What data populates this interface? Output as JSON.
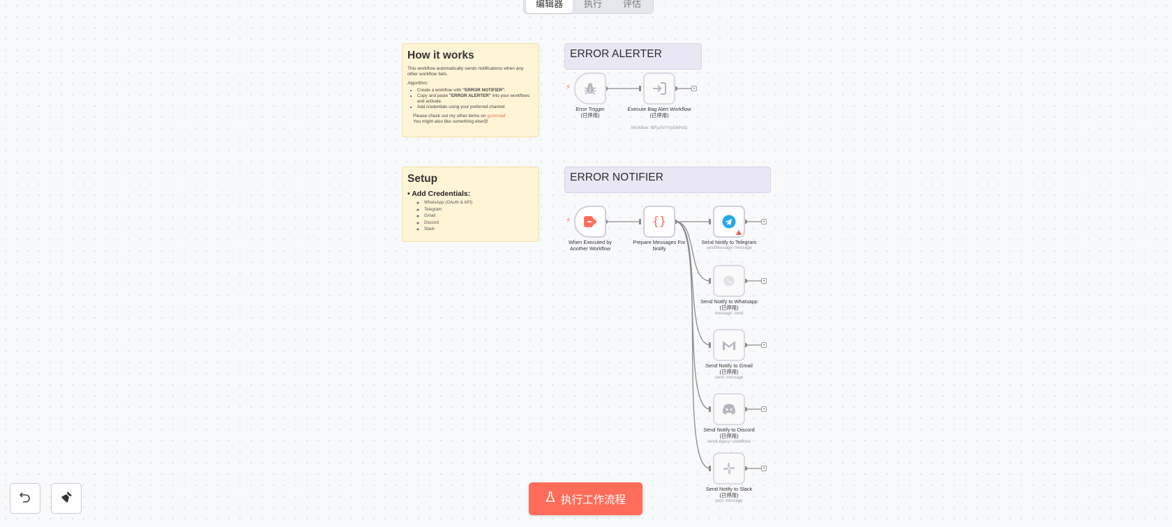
{
  "tabs": [
    {
      "label": "编辑器",
      "active": true
    },
    {
      "label": "执行",
      "active": false
    },
    {
      "label": "评估",
      "active": false
    }
  ],
  "notes": {
    "how": {
      "title": "How it works",
      "intro": "This workflow automatically sends notifications when any other workflow fails.",
      "algorithm_label": "Algorithm:",
      "step1_pre": "Create a workflow with ",
      "step1_bold": "\"ERROR NOTIFIER\"",
      "step1_post": ".",
      "step2_pre": "Copy and paste ",
      "step2_bold": "\"ERROR ALERTER\"",
      "step2_post": " into your workflows and activate.",
      "step3": "Add credentials using your preferred channel.",
      "footer_pre": "Please check out my other items on ",
      "footer_link": "gumroad",
      "footer2": "You might also like something else😍"
    },
    "setup": {
      "title": "Setup",
      "subtitle": "Add Credentials:",
      "items": [
        "WhatsApp (OAuth & API)",
        "Telegram",
        "Gmail",
        "Discord",
        "Slack"
      ]
    },
    "alerter": {
      "title": "ERROR ALERTER"
    },
    "notifier": {
      "title": "ERROR NOTIFIER"
    }
  },
  "nodes": {
    "error_trigger": {
      "label": "Error Trigger",
      "status": "(已停用)",
      "icon": "bug-icon"
    },
    "execute_bag": {
      "label": "Execute Bag Alert Workflow",
      "status": "(已停用)",
      "subtitle": "Workflow: 6fFju0VYVpEMHzD",
      "icon": "sign-in-icon"
    },
    "when_executed": {
      "label": "When Executed by Another Workflow",
      "icon": "sign-out-icon"
    },
    "prepare": {
      "label": "Prepare Messages For Notify",
      "icon": "code-braces-icon"
    },
    "telegram": {
      "label": "Send Notify to Telegram",
      "subtitle": "sendMessage: message",
      "icon": "telegram-icon"
    },
    "whatsapp": {
      "label": "Send Notify to Whatsapp",
      "status": "(已停用)",
      "subtitle": "message: send",
      "icon": "whatsapp-icon"
    },
    "gmail": {
      "label": "Send Notify to Gmail",
      "status": "(已停用)",
      "subtitle": "send: message",
      "icon": "gmail-icon"
    },
    "discord": {
      "label": "Send Notify to Discord",
      "status": "(已停用)",
      "subtitle": "sendLegacy: undefined",
      "icon": "discord-icon"
    },
    "slack": {
      "label": "Send Notify to Slack",
      "status": "(已停用)",
      "subtitle": "post: message",
      "icon": "slack-icon"
    }
  },
  "controls": {
    "undo_icon": "undo-icon",
    "clean_icon": "broom-icon",
    "execute_label": "执行工作流程",
    "execute_icon": "flask-icon"
  },
  "colors": {
    "accent": "#ff6d5a",
    "note_yellow": "#fff5d6",
    "note_purple": "#e9e7f3",
    "telegram": "#29a9eb"
  }
}
